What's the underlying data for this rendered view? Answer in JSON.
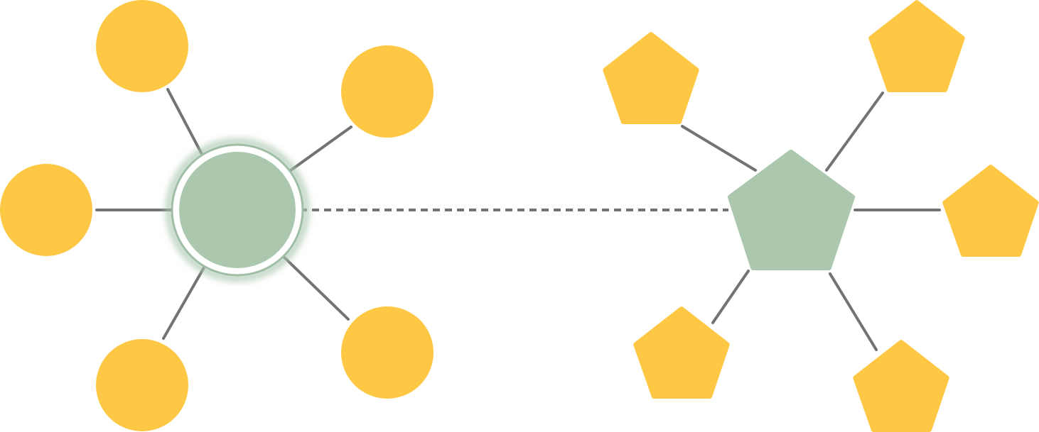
{
  "colors": {
    "hub": "#abc8af",
    "satellite": "#fec844",
    "edge": "#737373",
    "selection_ring": "#ffffff"
  },
  "graphs": [
    {
      "name": "circle-cluster",
      "hub_shape": "circle",
      "satellite_shape": "circle",
      "satellite_count": 5,
      "hub_selected": true
    },
    {
      "name": "pentagon-cluster",
      "hub_shape": "pentagon",
      "satellite_shape": "pentagon",
      "satellite_count": 5,
      "hub_selected": false
    }
  ],
  "link_between_hubs": "dashed"
}
